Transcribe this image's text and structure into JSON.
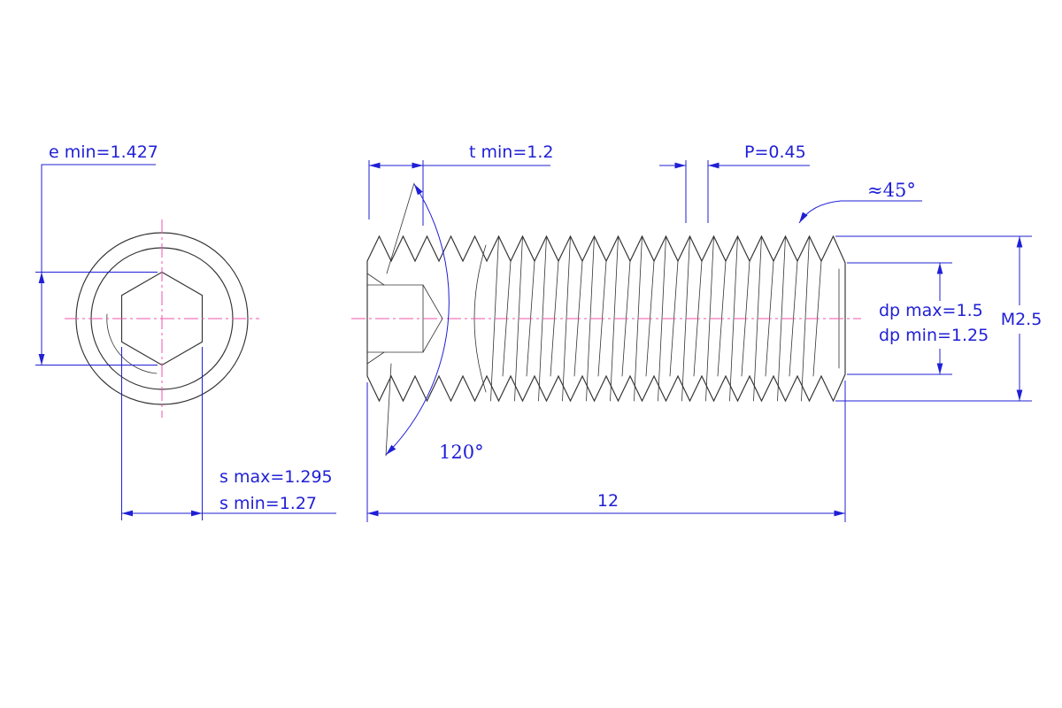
{
  "drawing": {
    "type": "engineering-drawing",
    "part": "hex-socket-set-screw-cup-point",
    "labels": {
      "e_min": "e min=1.427",
      "s_max": "s max=1.295",
      "s_min": "s min=1.27",
      "t_min": "t min=1.2",
      "pitch": "P=0.45",
      "chamfer_angle": "≈45°",
      "dp_max": "dp max=1.5",
      "dp_min": "dp min=1.25",
      "thread": "M2.5",
      "point_angle": "120°",
      "length": "12"
    },
    "colors": {
      "dimension": "#1f1fd6",
      "centerline": "#ef55a8",
      "outline": "#333333",
      "background": "#ffffff"
    }
  }
}
